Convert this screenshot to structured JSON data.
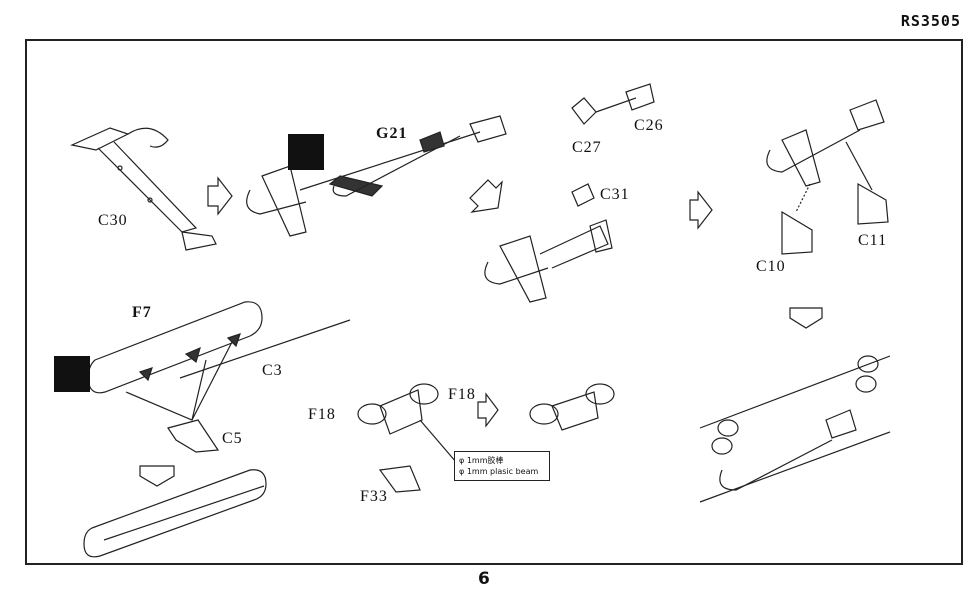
{
  "header": {
    "code": "RS3505"
  },
  "page_number": "6",
  "parts": {
    "c30": "C30",
    "g21": "G21",
    "c27": "C27",
    "c26": "C26",
    "c31": "C31",
    "c11": "C11",
    "c10": "C10",
    "f7": "F7",
    "c3": "C3",
    "c5": "C5",
    "f18_left": "F18",
    "f18_right": "F18",
    "f33": "F33"
  },
  "note": {
    "line1": "φ 1mm胶棒",
    "line2": "φ 1mm plasic beam"
  },
  "icons": [
    "bend-part-icon",
    "bend-part-icon"
  ]
}
